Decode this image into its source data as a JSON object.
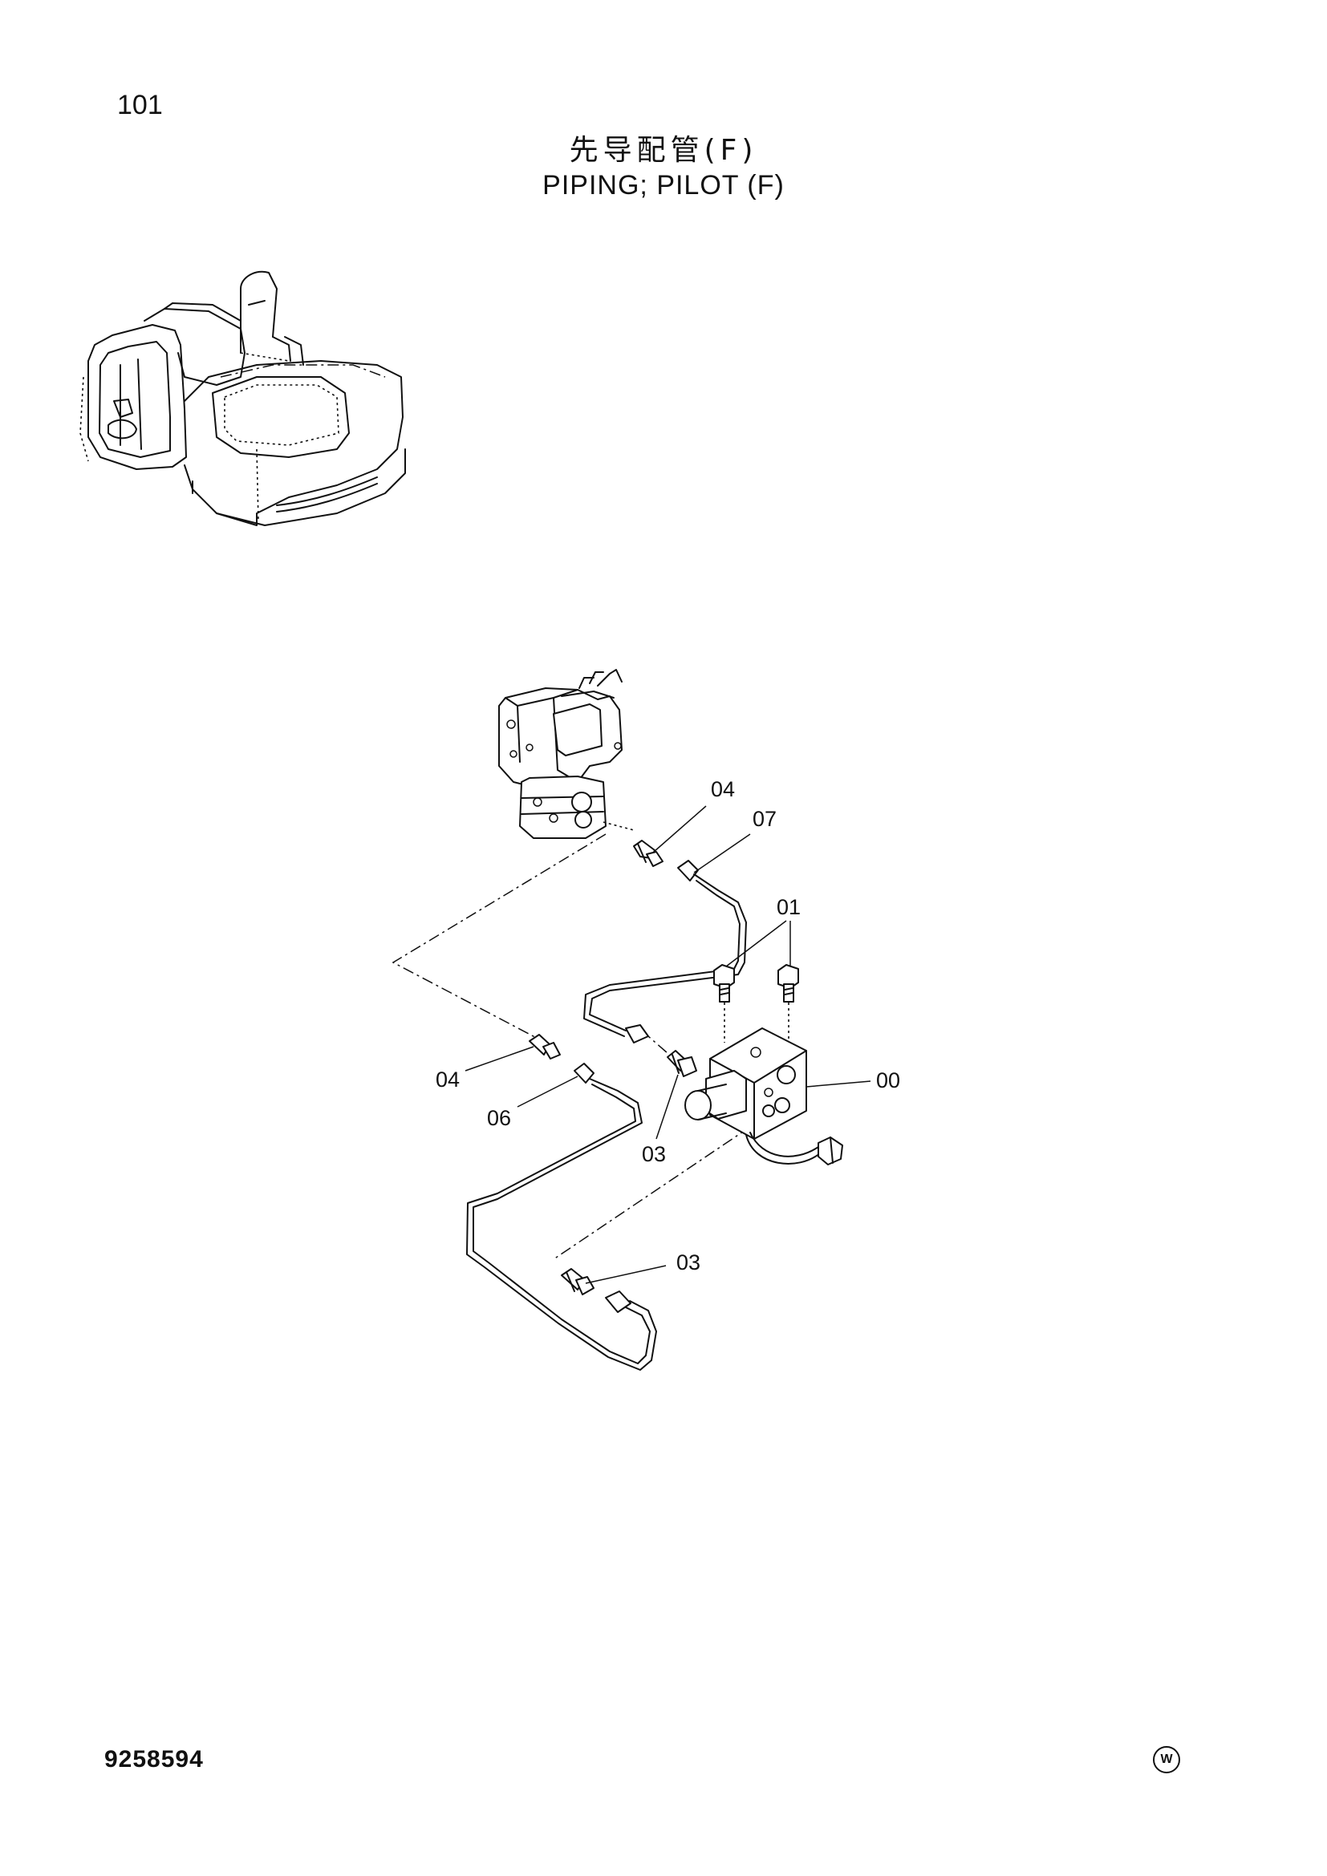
{
  "header": {
    "page_number": "101",
    "title_cn": "先导配管(F)",
    "title_en": "PIPING; PILOT (F)"
  },
  "callouts": {
    "c04a": "04",
    "c07": "07",
    "c01": "01",
    "c00": "00",
    "c04b": "04",
    "c06": "06",
    "c03a": "03",
    "c03b": "03"
  },
  "footer": {
    "document_number": "9258594",
    "mark": "W"
  }
}
